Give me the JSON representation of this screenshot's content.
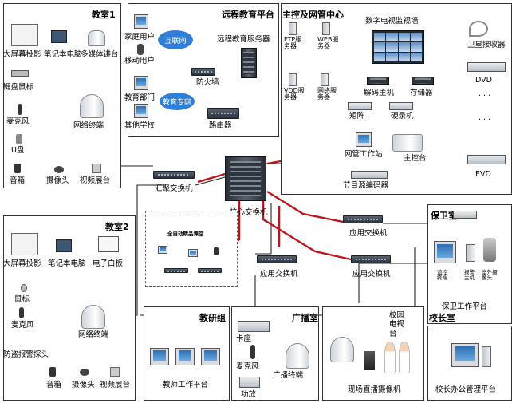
{
  "classroom1": {
    "title": "教室1",
    "projector": "大屏幕投影",
    "laptop": "笔记本电脑",
    "media_podium": "多媒体讲台",
    "keyboard_mouse": "键盘鼠标",
    "microphone": "麦克风",
    "network_terminal": "网络终端",
    "usb_disk": "U盘",
    "speaker": "音箱",
    "camera": "摄像头",
    "video_booth": "视频展台"
  },
  "classroom2": {
    "title": "教室2",
    "projector": "大屏幕投影",
    "laptop": "笔记本电脑",
    "whiteboard": "电子白板",
    "mouse": "鼠标",
    "microphone": "麦克风",
    "network_terminal": "网络终端",
    "alarm_sensor": "防盗报警探头",
    "speaker": "音箱",
    "camera": "摄像头",
    "video_booth": "视频展台"
  },
  "remote_edu": {
    "title": "远程教育平台",
    "home_user": "家庭用户",
    "mobile_user": "移动用户",
    "edu_dept": "教育部门",
    "other_school": "其他学校",
    "internet": "互联网",
    "edu_network": "教育专网",
    "firewall": "防火墙",
    "router": "路由器",
    "remote_server": "远程教育服务器"
  },
  "master_control": {
    "title": "主控及网管中心",
    "ftp_server": "FTP服务器",
    "web_server": "WEB服务器",
    "vod_server": "VOD服务器",
    "net_server": "网络服务器",
    "video_wall": "数字电视监视墙",
    "decoder_host": "解码主机",
    "storage": "存储器",
    "matrix": "矩阵",
    "recorder": "硬录机",
    "workstation": "网管工作站",
    "console": "主控台",
    "encoder": "节目源编码器"
  },
  "sources": {
    "satellite": "卫星接收器",
    "dvd": "DVD",
    "evd": "EVD",
    "dots": "·  ·  ·"
  },
  "core": {
    "core_switch": "核心交换机",
    "agg_switch": "汇聚交换机",
    "app_switch_1": "应用交换机",
    "app_switch_2": "应用交换机",
    "app_switch_3": "应用交换机"
  },
  "auto_classroom": {
    "title": "全自动精品课堂"
  },
  "security": {
    "title": "保卫室",
    "monitor_terminal": "监控终端",
    "alarm_host": "报警主机",
    "outdoor_camera": "室外摄像头",
    "platform": "保卫工作平台"
  },
  "research": {
    "title": "教研组",
    "platform": "教师工作平台"
  },
  "broadcast": {
    "title": "广播室",
    "deck": "卡座",
    "microphone": "麦克风",
    "amplifier": "功放",
    "terminal": "广播终端"
  },
  "campus_tv": {
    "station": "校园电视台",
    "live_camera": "现场直播摄像机"
  },
  "principal": {
    "title": "校长室",
    "platform": "校长办公管理平台"
  }
}
